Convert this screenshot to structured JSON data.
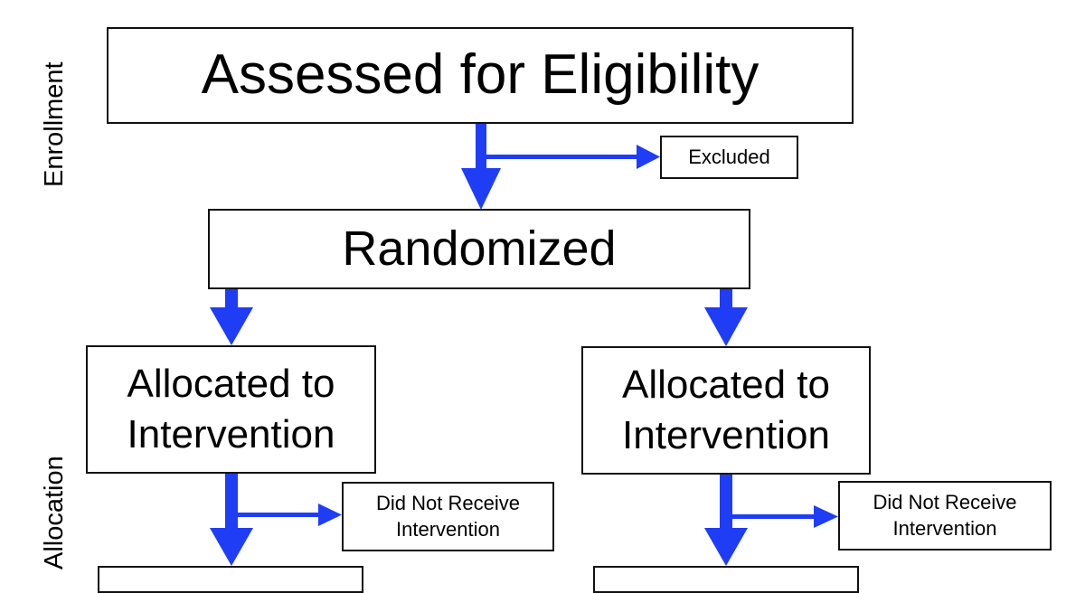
{
  "stages": {
    "enrollment": "Enrollment",
    "allocation": "Allocation"
  },
  "boxes": {
    "assessed": "Assessed for Eligibility",
    "excluded": "Excluded",
    "randomized": "Randomized",
    "allocated_intervention_left": "Allocated to\nIntervention",
    "allocated_intervention_right": "Allocated to\nIntervention",
    "did_not_receive_left": "Did Not Receive\nIntervention",
    "did_not_receive_right": "Did Not Receive\nIntervention"
  },
  "colors": {
    "arrow": "#1f3df5",
    "border": "#111111"
  }
}
